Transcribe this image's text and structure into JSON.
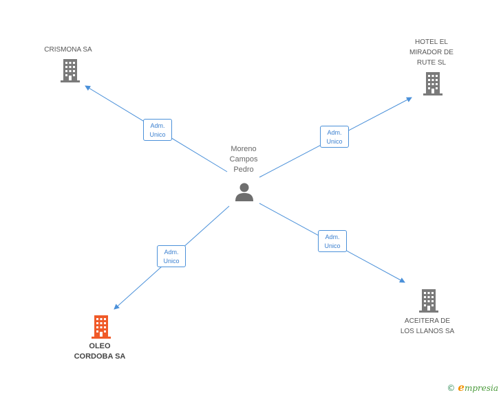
{
  "center": {
    "name": "Moreno\nCampos\nPedro"
  },
  "companies": [
    {
      "id": "crismona",
      "name": "CRISMONA SA",
      "highlight": false
    },
    {
      "id": "hotel",
      "name": "HOTEL EL\nMIRADOR DE\nRUTE SL",
      "highlight": false
    },
    {
      "id": "oleo",
      "name": "OLEO\nCORDOBA SA",
      "highlight": true
    },
    {
      "id": "aceitera",
      "name": "ACEITERA DE\nLOS LLANOS SA",
      "highlight": false
    }
  ],
  "roles": [
    {
      "label": "Adm.\nUnico"
    },
    {
      "label": "Adm.\nUnico"
    },
    {
      "label": "Adm.\nUnico"
    },
    {
      "label": "Adm.\nUnico"
    }
  ],
  "colors": {
    "edge": "#4a90d9",
    "building": "#7a7a7a",
    "building_highlight": "#f05a28",
    "person": "#6e6e6e"
  },
  "footer": {
    "copyright": "©",
    "brand_e": "e",
    "brand_rest": "mpresia"
  }
}
